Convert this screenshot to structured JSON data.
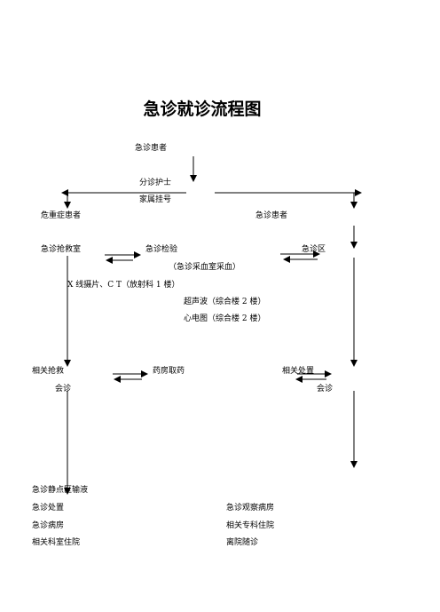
{
  "title": "急诊就诊流程图",
  "nodes": {
    "patient_top": "急诊患者",
    "triage_nurse": "分诊护士",
    "family_register": "家属挂号",
    "critical_patient": "危重症患者",
    "patient_right": "急诊患者",
    "rescue_room": "急诊抢救室",
    "lab_test": "急诊检验",
    "emergency_area": "急诊区",
    "blood_room": "（急诊采血室采血）",
    "xray_ct": "X 线摄片、C T（放射科 1 楼）",
    "ultrasound": "超声波（综合楼 2 楼）",
    "ecg": "心电图（综合楼 2 楼）",
    "related_rescue": "相关抢救",
    "pharmacy": "药房取药",
    "related_treatment": "相关处置",
    "consult_left": "会诊",
    "consult_right": "会诊",
    "iv_infusion": "急诊静点区输液",
    "emergency_treatment": "急诊处置",
    "observation_ward": "急诊观察病房",
    "emergency_ward": "急诊病房",
    "specialty_admission": "相关专科住院",
    "dept_admission": "相关科室住院",
    "discharge_followup": "离院随诊"
  }
}
